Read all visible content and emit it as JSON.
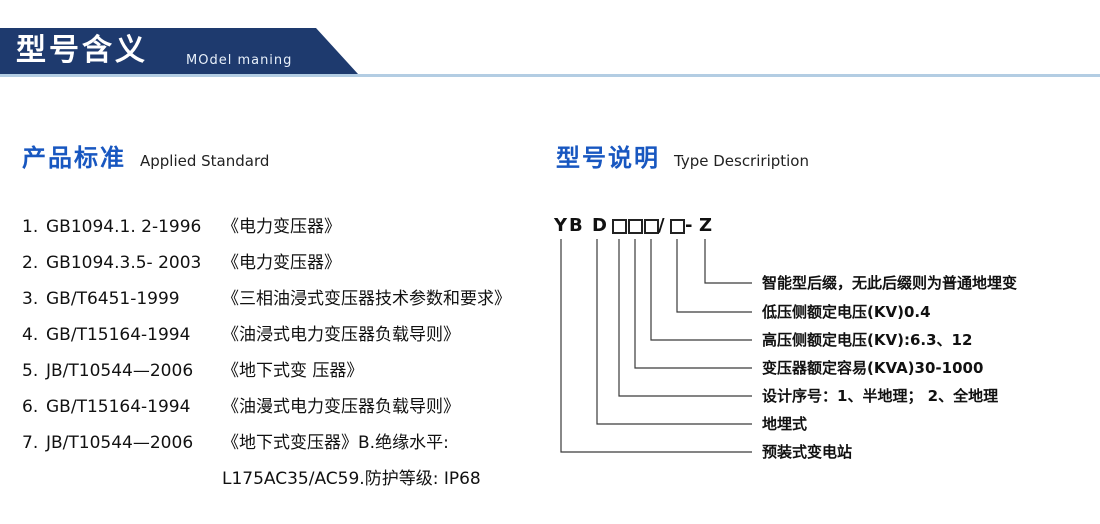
{
  "header": {
    "title": "型号含义",
    "subtitle": "MOdel maning"
  },
  "left_section": {
    "heading": "产品标准",
    "heading_en": "Applied Standard",
    "items": [
      {
        "num": "1.",
        "code": "GB1094.1. 2-1996",
        "title": "《电力变压器》"
      },
      {
        "num": "2.",
        "code": "GB1094.3.5- 2003",
        "title": "《电力变压器》"
      },
      {
        "num": "3.",
        "code": "GB/T6451-1999",
        "title": "《三相油浸式变压器技术参数和要求》"
      },
      {
        "num": "4.",
        "code": "GB/T15164-1994",
        "title": "《油浸式电力变压器负载导则》"
      },
      {
        "num": "5.",
        "code": "JB/T10544—2006",
        "title": "《地下式变 压器》"
      },
      {
        "num": "6.",
        "code": "GB/T15164-1994",
        "title": "《油漫式电力变压器负载导则》"
      },
      {
        "num": "7.",
        "code": "JB/T10544—2006",
        "title": "《地下式变压器》B.绝缘水平:"
      }
    ],
    "continuation": "L175AC35/AC59.防护等级: IP68"
  },
  "right_section": {
    "heading": "型号说明",
    "heading_en": "Type Descriription",
    "model_string": "YBD□□□/□-Z",
    "model_parts": {
      "yb": "YB",
      "d": "D",
      "slash": "/",
      "dash": "-",
      "z": "Z"
    },
    "labels": [
      "智能型后缀，无此后缀则为普通地埋变",
      "低压侧额定电压(KV)0.4",
      "高压侧额定电压(KV):6.3、12",
      "变压器额定容易(KVA)30-1000",
      "设计序号：1、半地理； 2、全地理",
      "地埋式",
      "预装式变电站"
    ]
  },
  "colors": {
    "banner_navy": "#1e3a6e",
    "underline_blue": "#b3cde3",
    "heading_blue": "#1857c0",
    "text": "#111111"
  }
}
